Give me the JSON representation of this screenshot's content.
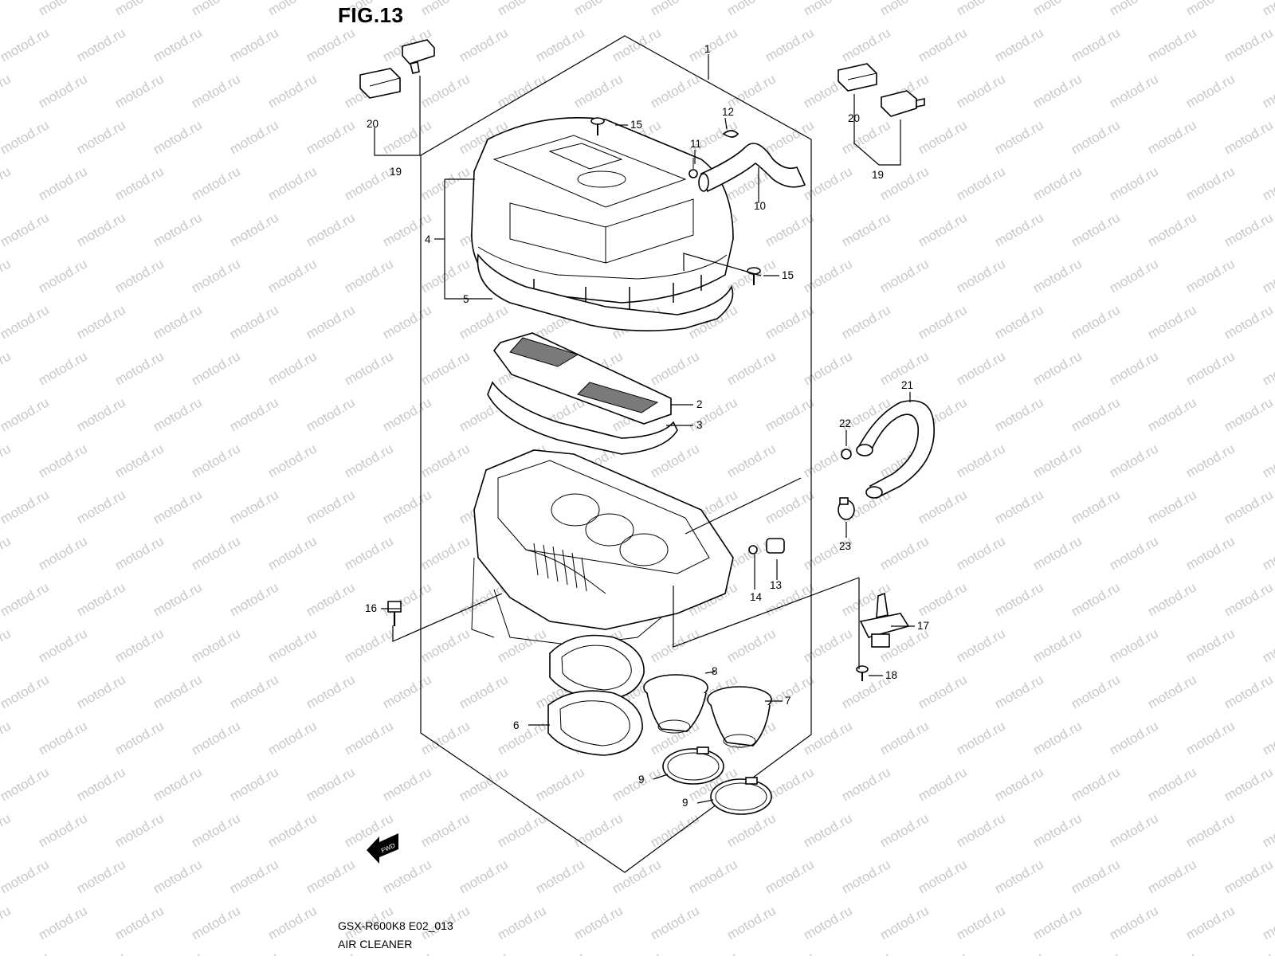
{
  "figure": {
    "title": "FIG.13",
    "drawing_code": "GSX-R600K8 E02_013",
    "caption": "AIR CLEANER",
    "fwd_label": "FWD",
    "watermark": "motod.ru"
  },
  "callouts": [
    {
      "id": "c1",
      "label": "1"
    },
    {
      "id": "c2",
      "label": "2"
    },
    {
      "id": "c3",
      "label": "3"
    },
    {
      "id": "c4",
      "label": "4"
    },
    {
      "id": "c5",
      "label": "5"
    },
    {
      "id": "c6",
      "label": "6"
    },
    {
      "id": "c7",
      "label": "7"
    },
    {
      "id": "c8",
      "label": "8"
    },
    {
      "id": "c9a",
      "label": "9"
    },
    {
      "id": "c9b",
      "label": "9"
    },
    {
      "id": "c10",
      "label": "10"
    },
    {
      "id": "c11",
      "label": "11"
    },
    {
      "id": "c12",
      "label": "12"
    },
    {
      "id": "c13",
      "label": "13"
    },
    {
      "id": "c14",
      "label": "14"
    },
    {
      "id": "c15a",
      "label": "15"
    },
    {
      "id": "c15b",
      "label": "15"
    },
    {
      "id": "c16",
      "label": "16"
    },
    {
      "id": "c17",
      "label": "17"
    },
    {
      "id": "c18",
      "label": "18"
    },
    {
      "id": "c19a",
      "label": "19"
    },
    {
      "id": "c19b",
      "label": "19"
    },
    {
      "id": "c20a",
      "label": "20"
    },
    {
      "id": "c20b",
      "label": "20"
    },
    {
      "id": "c21",
      "label": "21"
    },
    {
      "id": "c22",
      "label": "22"
    },
    {
      "id": "c23",
      "label": "23"
    }
  ]
}
